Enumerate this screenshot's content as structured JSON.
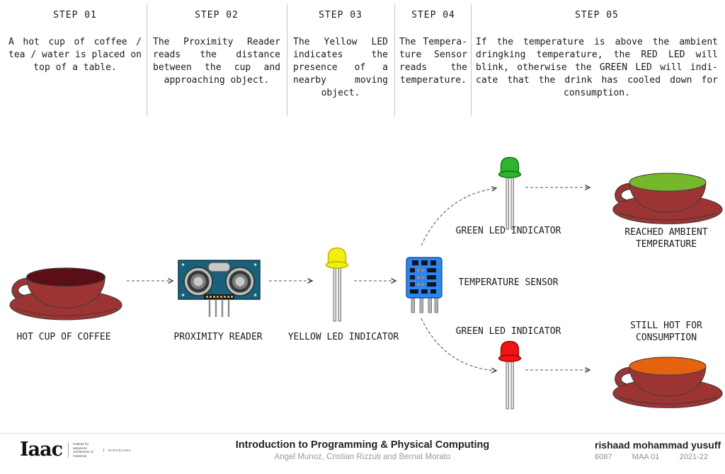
{
  "steps": [
    {
      "title": "STEP 01",
      "body": "A hot cup of coffee / tea / water is placed on top of a table."
    },
    {
      "title": "STEP 02",
      "body": "The Proximity Reader reads the distance between the cup and approaching object."
    },
    {
      "title": "STEP 03",
      "body": "The Yellow LED indicates the presence of a nearby moving object."
    },
    {
      "title": "STEP 04",
      "body": "The Tempera­ture Sensor reads the temperature."
    },
    {
      "title": "STEP 05",
      "body": "If the temperature is above the ambient dringking temperature, the RED LED will blink, otherwise the GREEN LED will indi­cate that the drink has cooled down for con­sumption."
    }
  ],
  "diagram": {
    "labels": {
      "hot_cup": "HOT CUP OF COFFEE",
      "proximity": "PROXIMITY READER",
      "yellow_led": "YELLOW LED INDICATOR",
      "temp_sensor": "TEMPERATURE SENSOR",
      "green_led_top": "GREEN LED INDICATOR",
      "green_led_bottom": "GREEN LED INDICATOR",
      "reached_ambient": "REACHED AMBIENT TEMPERATURE",
      "still_hot": "STILL HOT FOR CONSUMPTION"
    },
    "colors": {
      "cup_body": "#9c3434",
      "cup_outline": "#3a3a3a",
      "liquid_hot": "#5a0f16",
      "liquid_ambient": "#76b82c",
      "liquid_still_hot": "#e5620e",
      "led_yellow": "#f2ee12",
      "led_yellow_rim": "#b8b400",
      "led_green": "#2eb52e",
      "led_green_rim": "#156e15",
      "led_red": "#ee1414",
      "led_red_rim": "#8f0b0b",
      "board_teal": "#19607b",
      "sensor_blue": "#2d86ee",
      "arrow": "#4d4d4d"
    }
  },
  "footer": {
    "logo_text": "Iaac",
    "logo_sub": "institute for advanced architecture of Catalonia",
    "logo_city": "BARCELONA",
    "title": "Introduction to Programming & Physical Computing",
    "authors": "Angel Munoz, Cristian Rizzuti and Bernat Morato",
    "student": "rishaad mohammad yusuff",
    "student_id": "6087",
    "program": "MAA 01",
    "year": "2021-22"
  }
}
